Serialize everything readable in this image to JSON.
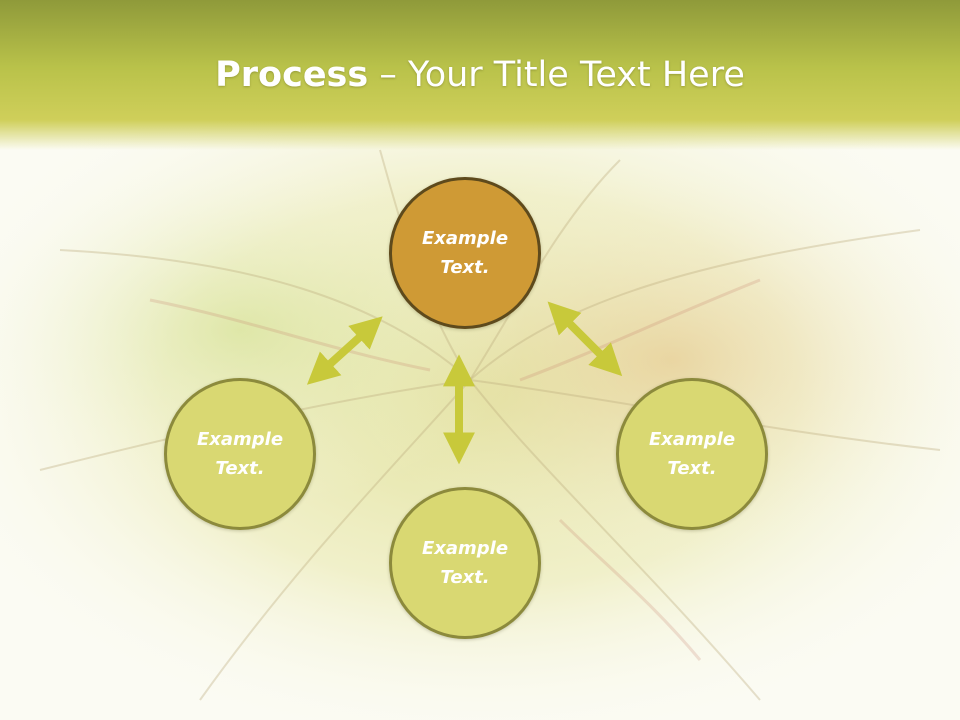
{
  "slide": {
    "title_bold": "Process",
    "title_rest": " – Your Title Text Here"
  },
  "nodes": {
    "top": "Example Text.",
    "left": "Example Text.",
    "right": "Example Text.",
    "bottom": "Example Text."
  },
  "colors": {
    "header": "#b9c24a",
    "top_circle": "#cf9a35",
    "circle": "#d9d872",
    "arrow": "#c8c93a"
  }
}
